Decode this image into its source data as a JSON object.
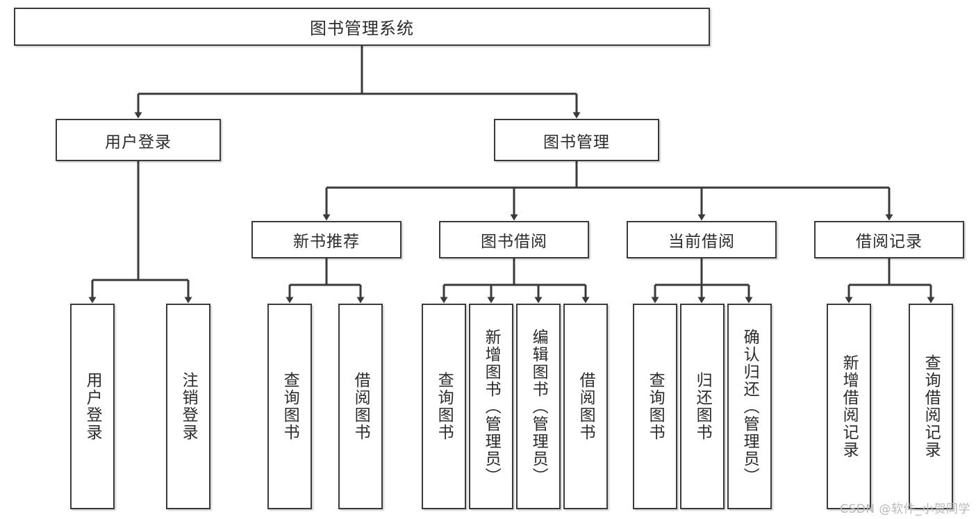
{
  "diagram": {
    "title_text": "图书管理系统",
    "type": "tree",
    "line_color": "#3a3a3a",
    "box_fill": "#ffffff",
    "text_color": "#2b2b2b",
    "root": {
      "id": "root",
      "label": "图书管理系统"
    },
    "level2": [
      {
        "id": "user-login",
        "label": "用户登录"
      },
      {
        "id": "book-management",
        "label": "图书管理"
      }
    ],
    "level3": [
      {
        "id": "new-book-recommend",
        "label": "新书推荐",
        "parent": "book-management"
      },
      {
        "id": "book-borrow",
        "label": "图书借阅",
        "parent": "book-management"
      },
      {
        "id": "current-borrow",
        "label": "当前借阅",
        "parent": "book-management"
      },
      {
        "id": "borrow-record",
        "label": "借阅记录",
        "parent": "book-management"
      }
    ],
    "leaves": {
      "user-login": [
        {
          "id": "leaf-user-login",
          "label": "用户登录"
        },
        {
          "id": "leaf-logout",
          "label": "注销登录"
        }
      ],
      "new-book-recommend": [
        {
          "id": "leaf-query-book-1",
          "label": "查询图书"
        },
        {
          "id": "leaf-borrow-book-1",
          "label": "借阅图书"
        }
      ],
      "book-borrow": [
        {
          "id": "leaf-query-book-2",
          "label": "查询图书"
        },
        {
          "id": "leaf-add-book",
          "label": "新增图书（管理员）"
        },
        {
          "id": "leaf-edit-book",
          "label": "编辑图书（管理员）"
        },
        {
          "id": "leaf-borrow-book-2",
          "label": "借阅图书"
        }
      ],
      "current-borrow": [
        {
          "id": "leaf-query-book-3",
          "label": "查询图书"
        },
        {
          "id": "leaf-return-book",
          "label": "归还图书"
        },
        {
          "id": "leaf-confirm-return",
          "label": "确认归还（管理员）"
        }
      ],
      "borrow-record": [
        {
          "id": "leaf-add-record",
          "label": "新增借阅记录"
        },
        {
          "id": "leaf-query-record",
          "label": "查询借阅记录"
        }
      ]
    }
  },
  "watermark": {
    "text": "CSDN @软件_小贺同学"
  }
}
